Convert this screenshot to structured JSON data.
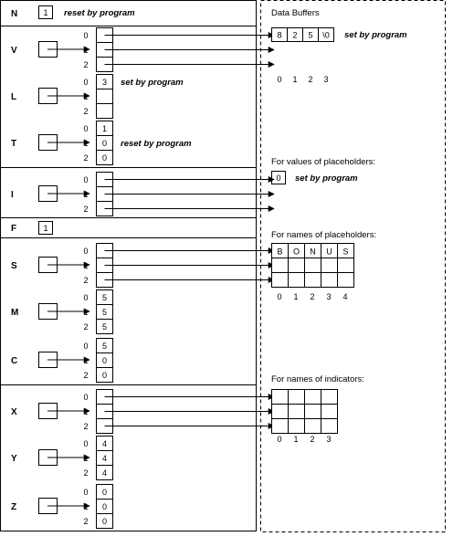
{
  "variables": {
    "N": {
      "label": "N",
      "value": "1",
      "note": "reset by program"
    },
    "V": {
      "label": "V",
      "rows": [
        "0",
        "1",
        "2"
      ]
    },
    "L": {
      "label": "L",
      "rows": [
        "0",
        "1",
        "2"
      ],
      "values": [
        "3",
        "",
        ""
      ],
      "note": "set by program"
    },
    "T": {
      "label": "T",
      "rows": [
        "0",
        "1",
        "2"
      ],
      "values": [
        "1",
        "0",
        "0"
      ],
      "note": "reset by program"
    },
    "I": {
      "label": "I",
      "rows": [
        "0",
        "1",
        "2"
      ]
    },
    "F": {
      "label": "F",
      "value": "1"
    },
    "S": {
      "label": "S",
      "rows": [
        "0",
        "1",
        "2"
      ]
    },
    "M": {
      "label": "M",
      "rows": [
        "0",
        "1",
        "2"
      ],
      "values": [
        "5",
        "5",
        "5"
      ]
    },
    "C": {
      "label": "C",
      "rows": [
        "0",
        "1",
        "2"
      ],
      "values": [
        "5",
        "0",
        "0"
      ]
    },
    "X": {
      "label": "X",
      "rows": [
        "0",
        "1",
        "2"
      ]
    },
    "Y": {
      "label": "Y",
      "rows": [
        "0",
        "1",
        "2"
      ],
      "values": [
        "4",
        "4",
        "4"
      ]
    },
    "Z": {
      "label": "Z",
      "rows": [
        "0",
        "1",
        "2"
      ],
      "values": [
        "0",
        "0",
        "0"
      ]
    }
  },
  "buffers": {
    "title": "Data Buffers",
    "data": {
      "cells": [
        "8",
        "2",
        "5",
        "\\0"
      ],
      "indices": [
        "0",
        "1",
        "2",
        "3"
      ],
      "note": "set by program"
    },
    "placeholder_values": {
      "title": "For values of placeholders:",
      "cell": "0",
      "note": "set by program"
    },
    "placeholder_names": {
      "title": "For names of placeholders:",
      "cells": [
        "B",
        "O",
        "N",
        "U",
        "S"
      ],
      "indices": [
        "0",
        "1",
        "2",
        "3",
        "4"
      ]
    },
    "indicator_names": {
      "title": "For names of indicators:",
      "indices": [
        "0",
        "1",
        "2",
        "3"
      ]
    }
  }
}
